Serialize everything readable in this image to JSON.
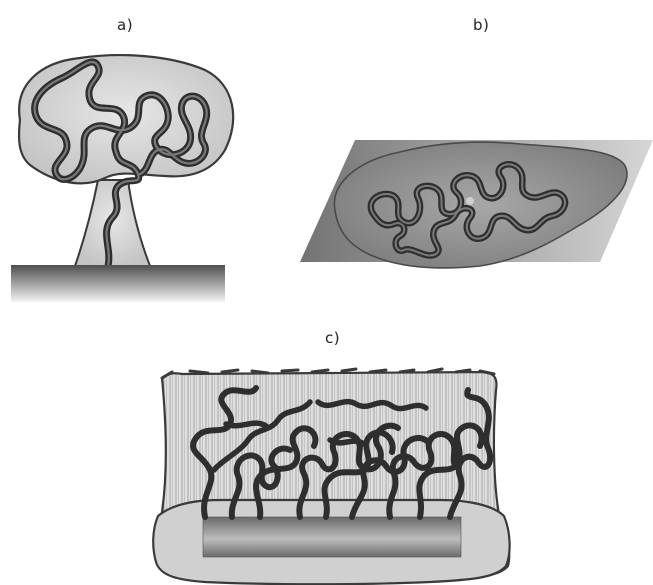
{
  "labels": {
    "a": "a)",
    "b": "b)",
    "c": "c)"
  },
  "colors": {
    "background": "#ffffff",
    "blob_fill": "#d6d6d6",
    "blob_fill_dark": "#9a9a9a",
    "outline": "#3a3a3a",
    "chain": "#333333",
    "chain_highlight": "#7a7a7a",
    "substrate_top": "#5a5a5a",
    "substrate_bottom": "#f2f2f2"
  }
}
